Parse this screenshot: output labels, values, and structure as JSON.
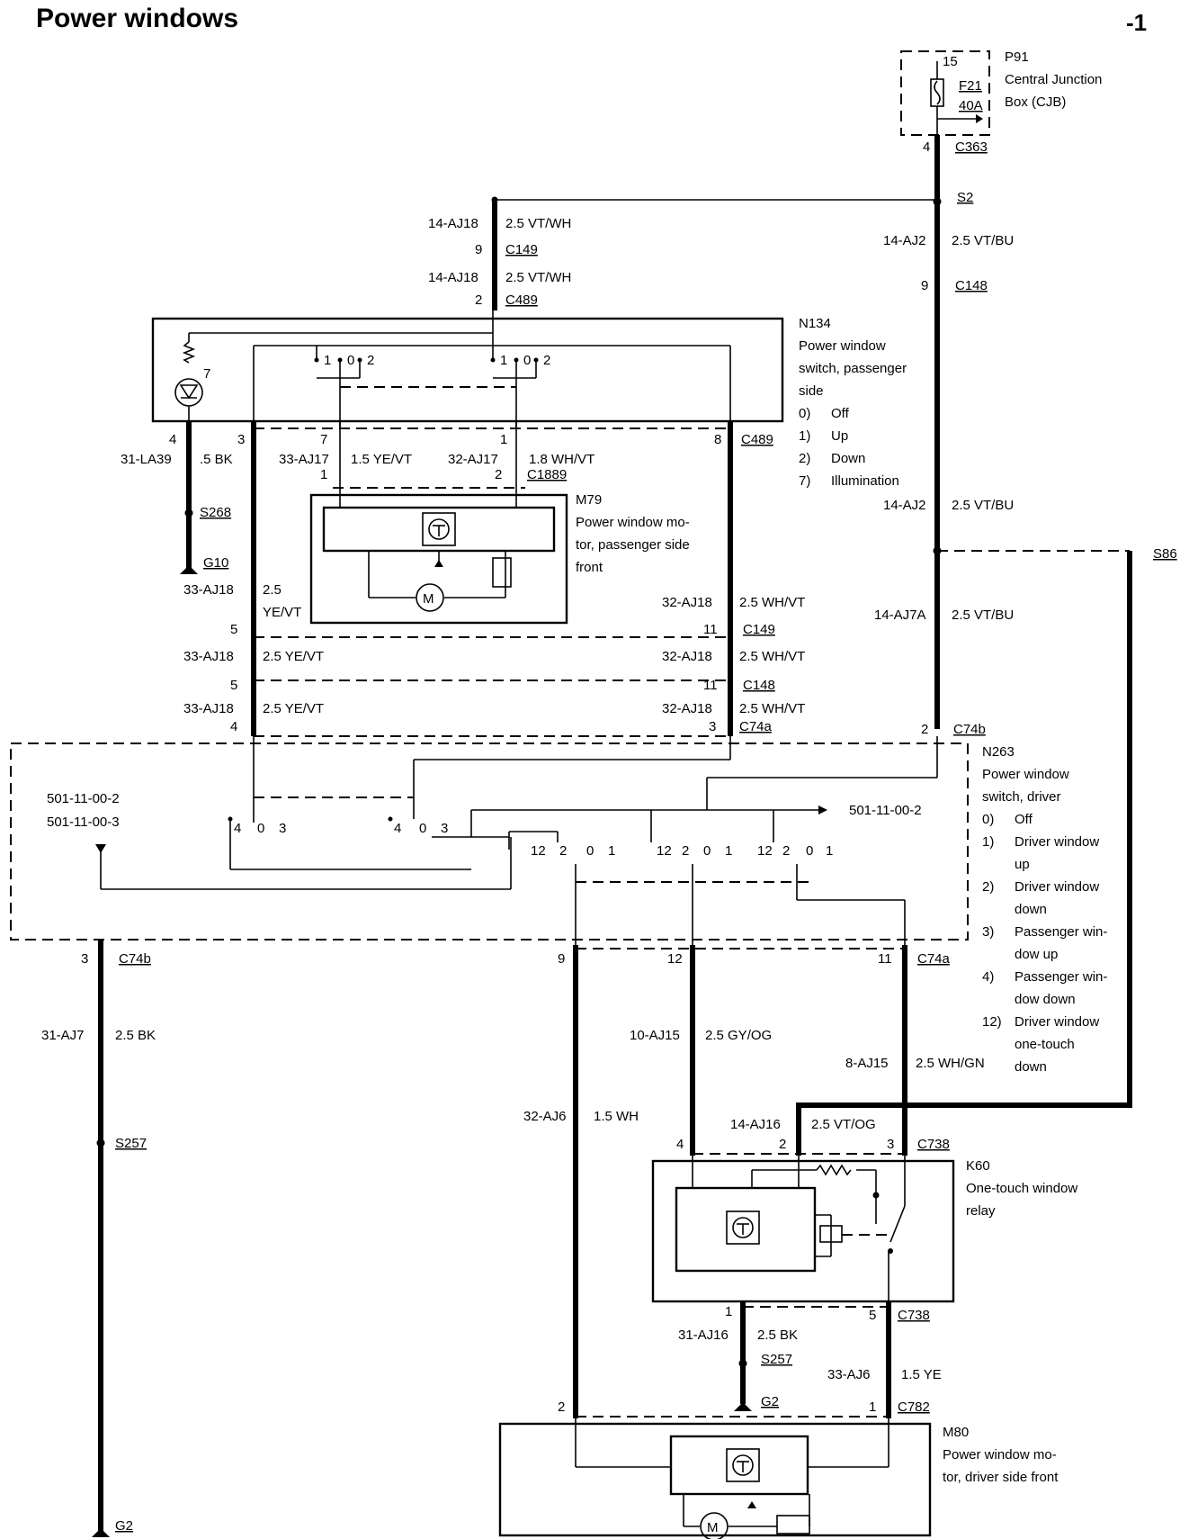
{
  "title": "Power windows",
  "page_number": "-1",
  "cjb": {
    "id": "P91",
    "name_line1": "Central Junction",
    "name_line2": "Box (CJB)",
    "fuse_pin": "15",
    "fuse": "F21",
    "fuse_rating": "40A",
    "out_pin": "4",
    "out_conn": "C363"
  },
  "splices": {
    "s2": "S2",
    "s86": "S86",
    "s268": "S268",
    "s257_a": "S257",
    "s257_b": "S257"
  },
  "grounds": {
    "g10": "G10",
    "g2_a": "G2",
    "g2_b": "G2"
  },
  "wires": {
    "w_14aj18_a": "14-AJ18",
    "w_14aj18_a_spec": "2.5 VT/WH",
    "w_14aj18_b": "14-AJ18",
    "w_14aj18_b_spec": "2.5 VT/WH",
    "w_14aj2_a": "14-AJ2",
    "w_14aj2_a_spec": "2.5 VT/BU",
    "w_14aj2_b": "14-AJ2",
    "w_14aj2_b_spec": "2.5 VT/BU",
    "w_14aj7a": "14-AJ7A",
    "w_14aj7a_spec": "2.5 VT/BU",
    "w_31la39": "31-LA39",
    "w_31la39_spec": ".5 BK",
    "w_33aj17": "33-AJ17",
    "w_33aj17_spec": "1.5 YE/VT",
    "w_32aj17": "32-AJ17",
    "w_32aj17_spec": "1.8 WH/VT",
    "w_33aj18_a": "33-AJ18",
    "w_33aj18_a_spec1": "2.5",
    "w_33aj18_a_spec2": "YE/VT",
    "w_32aj18_a": "32-AJ18",
    "w_32aj18_a_spec": "2.5 WH/VT",
    "w_33aj18_b": "33-AJ18",
    "w_33aj18_b_spec": "2.5 YE/VT",
    "w_32aj18_b": "32-AJ18",
    "w_32aj18_b_spec": "2.5 WH/VT",
    "w_33aj18_c": "33-AJ18",
    "w_33aj18_c_spec": "2.5 YE/VT",
    "w_32aj18_c": "32-AJ18",
    "w_32aj18_c_spec": "2.5 WH/VT",
    "w_31aj7": "31-AJ7",
    "w_31aj7_spec": "2.5 BK",
    "w_10aj15": "10-AJ15",
    "w_10aj15_spec": "2.5 GY/OG",
    "w_8aj15": "8-AJ15",
    "w_8aj15_spec": "2.5 WH/GN",
    "w_32aj6": "32-AJ6",
    "w_32aj6_spec": "1.5 WH",
    "w_14aj16": "14-AJ16",
    "w_14aj16_spec": "2.5 VT/OG",
    "w_31aj16": "31-AJ16",
    "w_31aj16_spec": "2.5 BK",
    "w_33aj6": "33-AJ6",
    "w_33aj6_spec": "1.5 YE"
  },
  "connectors": {
    "c149_top": "C149",
    "c489_top": "C489",
    "c148_top": "C148",
    "c489_right": "C489",
    "c1889": "C1889",
    "c149_mid": "C149",
    "c148_mid": "C148",
    "c74a_mid": "C74a",
    "c74b_mid": "C74b",
    "c74b_low": "C74b",
    "c74a_low": "C74a",
    "c738_top": "C738",
    "c738_bot": "C738",
    "c782": "C782"
  },
  "pins": {
    "p9_c149": "9",
    "p2_c489": "2",
    "p9_c148": "9",
    "n134_4": "4",
    "n134_3": "3",
    "n134_7": "7",
    "n134_1": "1",
    "n134_8": "8",
    "m79_1": "1",
    "m79_2": "2",
    "p5_c149": "5",
    "p11_c149": "11",
    "p5_c148": "5",
    "p11_c148": "11",
    "p4_c74a": "4",
    "p3_c74a": "3",
    "p2_c74b": "2",
    "p3_c74b": "3",
    "p9_c74a": "9",
    "p12_c74a": "12",
    "p11_c74a": "11",
    "k60_4": "4",
    "k60_2": "2",
    "k60_3": "3",
    "k60_1": "1",
    "k60_5": "5",
    "m80_2": "2",
    "m80_1": "1"
  },
  "switch_positions": {
    "sw1": [
      "1",
      "0",
      "2"
    ],
    "sw2": [
      "1",
      "0",
      "2"
    ],
    "sw3": [
      "4",
      "0",
      "3"
    ],
    "sw4": [
      "4",
      "0",
      "3"
    ],
    "sw5": [
      "12",
      "2",
      "0",
      "1"
    ],
    "sw6": [
      "12",
      "2",
      "0",
      "1"
    ],
    "sw7": [
      "12",
      "2",
      "0",
      "1"
    ]
  },
  "illum_pin": "7",
  "refs": {
    "left1": "501-11-00-2",
    "left2": "501-11-00-3",
    "right": "501-11-00-2"
  },
  "n134": {
    "id": "N134",
    "name": [
      "Power window",
      "switch, passenger",
      "side"
    ],
    "legend": [
      [
        "0)",
        "Off"
      ],
      [
        "1)",
        "Up"
      ],
      [
        "2)",
        "Down"
      ],
      [
        "7)",
        "Illumination"
      ]
    ]
  },
  "m79": {
    "id": "M79",
    "name": [
      "Power window mo-",
      "tor, passenger side",
      "front"
    ]
  },
  "n263": {
    "id": "N263",
    "name": [
      "Power window",
      "switch, driver"
    ],
    "legend": [
      [
        "0)",
        [
          "Off"
        ]
      ],
      [
        "1)",
        [
          "Driver window",
          "up"
        ]
      ],
      [
        "2)",
        [
          "Driver window",
          "down"
        ]
      ],
      [
        "3)",
        [
          "Passenger win-",
          "dow up"
        ]
      ],
      [
        "4)",
        [
          "Passenger win-",
          "dow down"
        ]
      ],
      [
        "12)",
        [
          "Driver window",
          "one-touch",
          "down"
        ]
      ]
    ]
  },
  "k60": {
    "id": "K60",
    "name": [
      "One-touch window",
      "relay"
    ]
  },
  "m80": {
    "id": "M80",
    "name": [
      "Power window mo-",
      "tor, driver side front"
    ]
  },
  "icons": [
    "fuse-icon",
    "led-icon",
    "motor-icon",
    "module-icon",
    "ground-icon",
    "relay-icon",
    "resistor-icon"
  ]
}
